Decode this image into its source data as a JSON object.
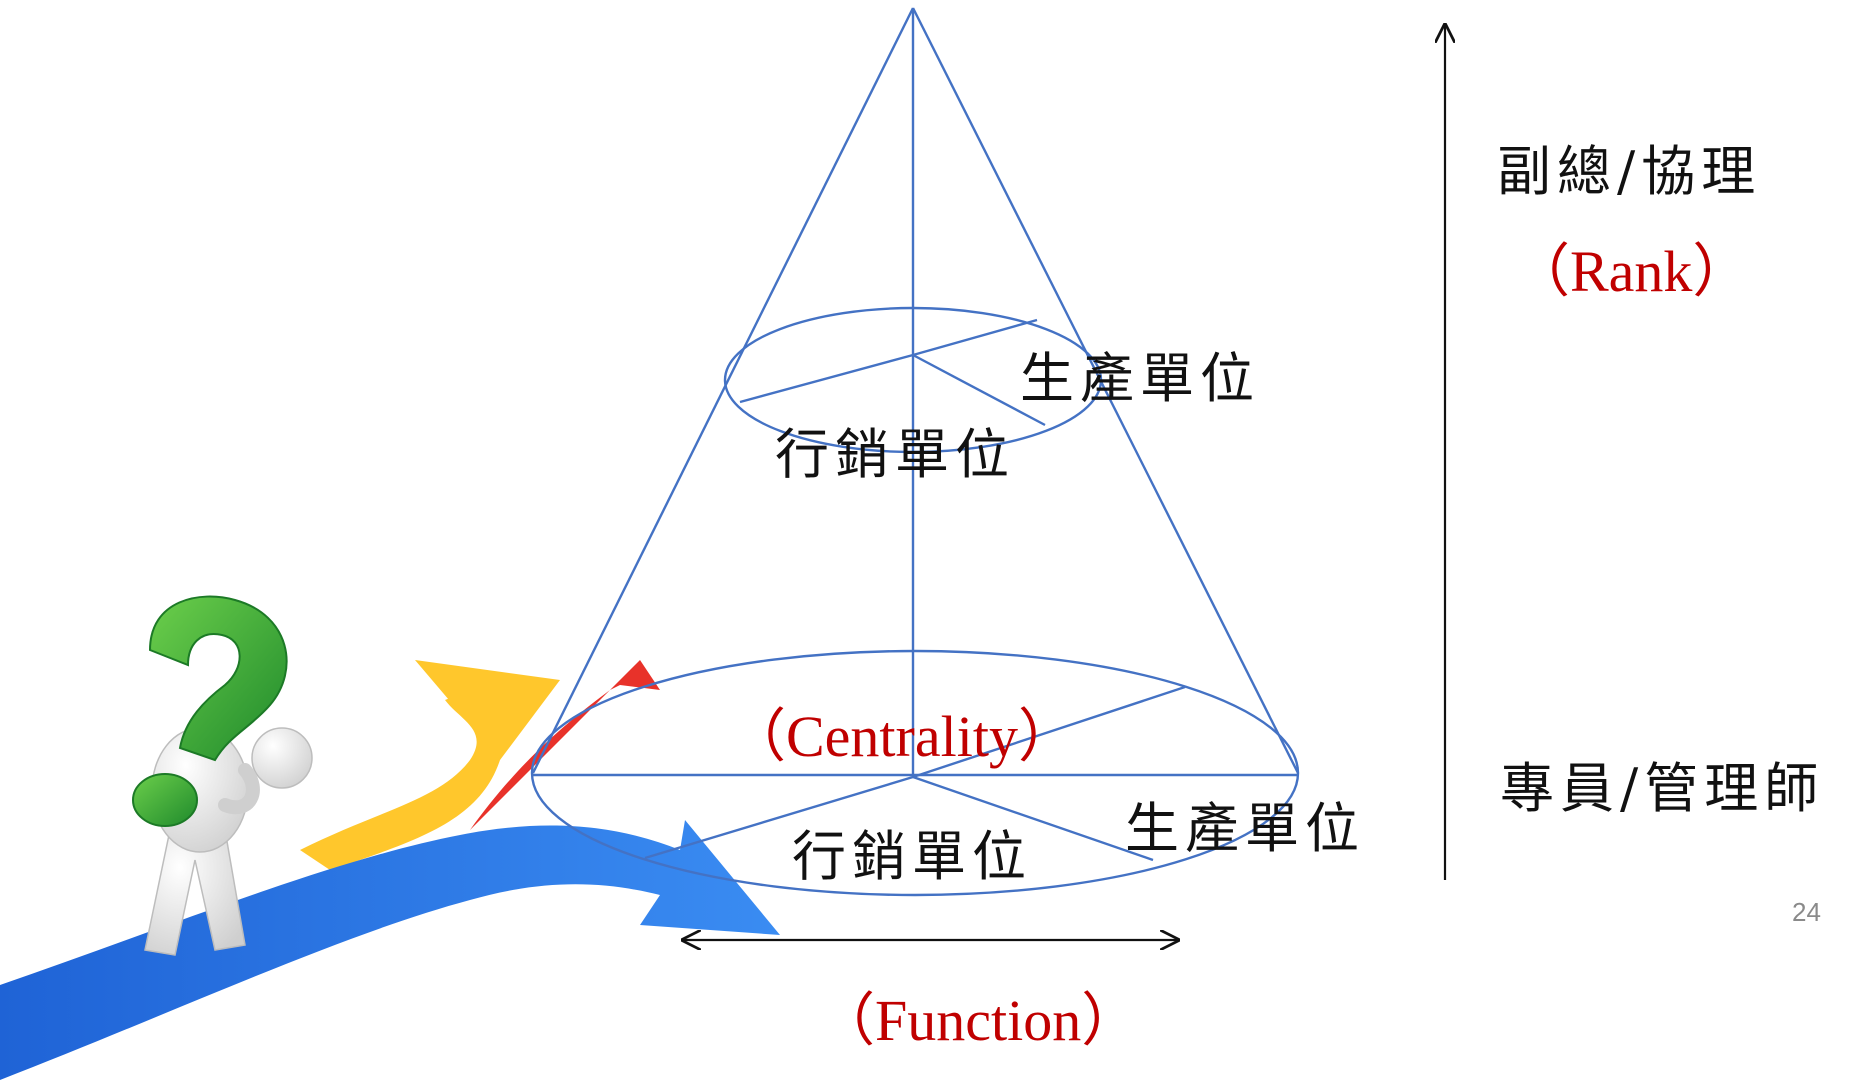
{
  "diagram": {
    "upper_ring": {
      "left_unit": "行銷單位",
      "right_unit": "生產單位"
    },
    "lower_ring": {
      "left_unit": "行銷單位",
      "right_unit": "生產單位",
      "centrality_label": "（Centrality）"
    },
    "function_label": "（Function）",
    "rank_axis": {
      "top_label": "副總/協理",
      "rank_label": "（Rank）",
      "bottom_label": "專員/管理師"
    }
  },
  "slide": {
    "page_number": "24"
  },
  "colors": {
    "cone_stroke": "#4472c4",
    "label_red": "#c00000",
    "arrow_blue": "#2e7be6",
    "arrow_yellow": "#ffc72c",
    "arrow_red": "#e8322a",
    "question_green": "#3aaa35"
  }
}
